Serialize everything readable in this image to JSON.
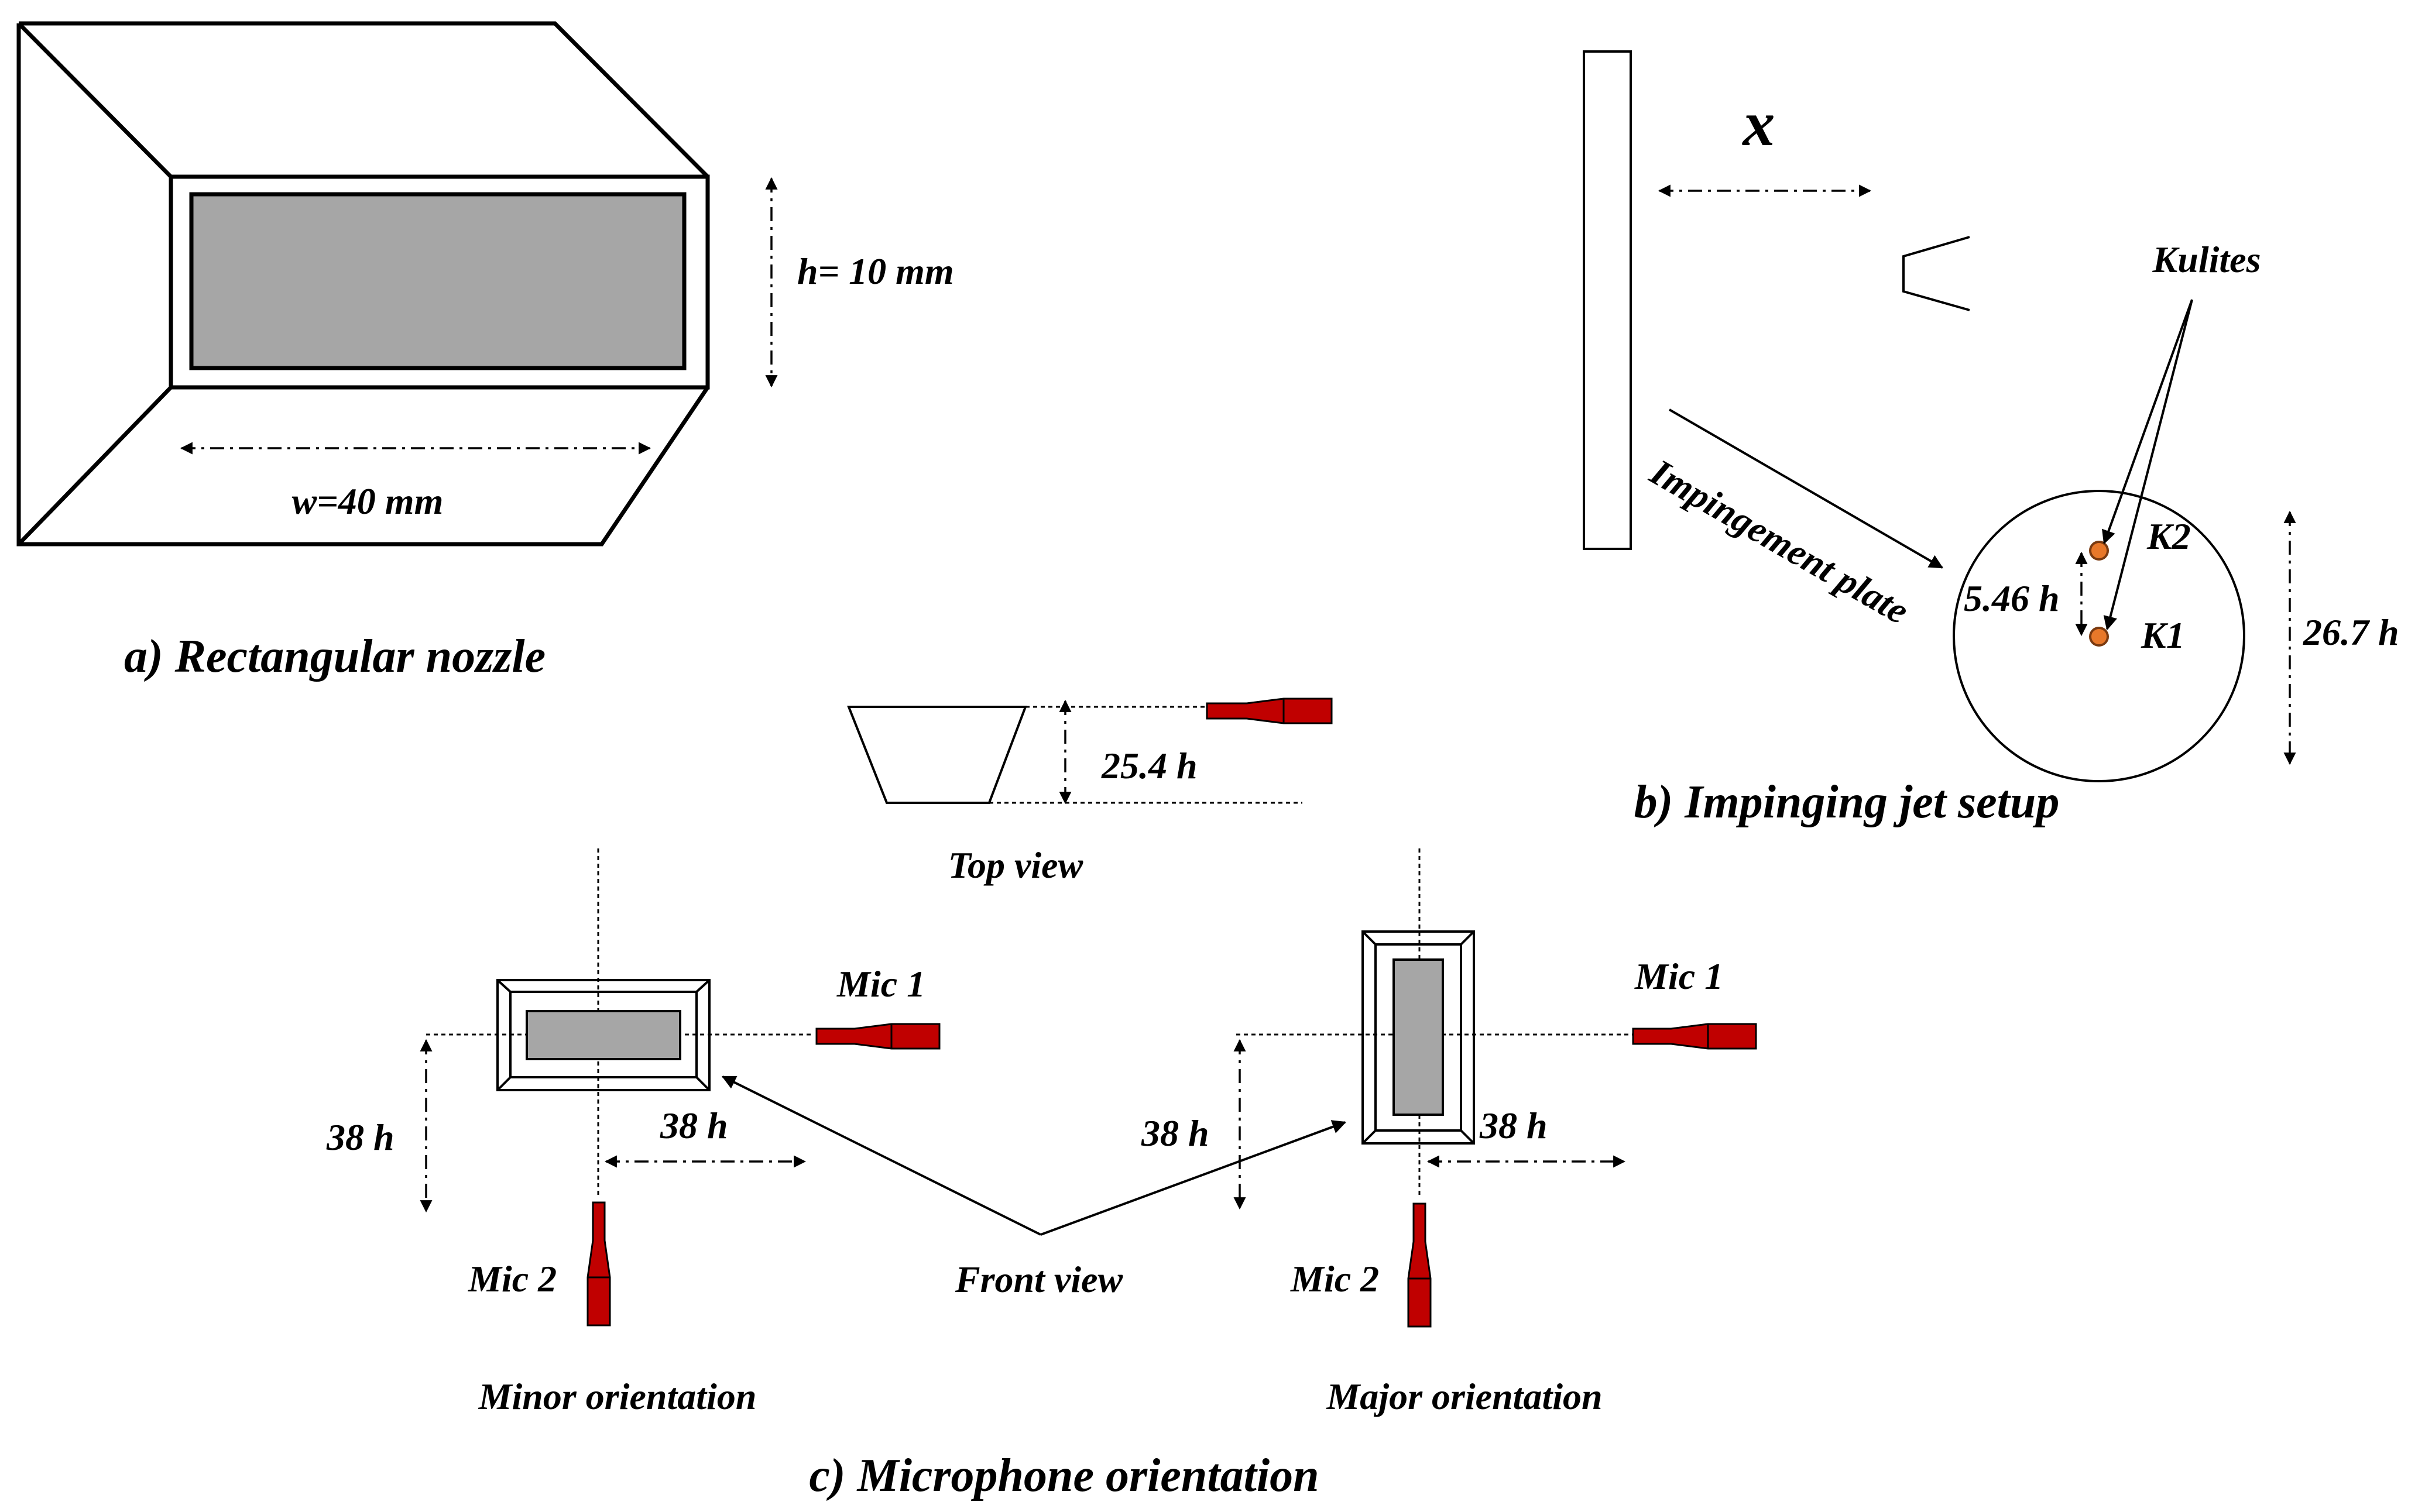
{
  "panel_a": {
    "dim_h": "h= 10 mm",
    "dim_w": "w=40 mm",
    "caption": "a) Rectangular nozzle"
  },
  "panel_b": {
    "dim_x": "x",
    "sensor_label": "Kulites",
    "k2": "K2",
    "k1": "K1",
    "sensor_spacing": "5.46 h",
    "plate_label": "Impingement plate",
    "plate_diameter": "26.7 h",
    "caption": "b) Impinging jet setup"
  },
  "panel_c": {
    "top_distance": "25.4 h",
    "top_view": "Top view",
    "minor": {
      "mic1": "Mic  1",
      "mic2": "Mic  2",
      "dist_vertical": "38 h",
      "dist_horizontal": "38 h",
      "title": "Minor orientation"
    },
    "major": {
      "mic1": "Mic  1",
      "mic2": "Mic  2",
      "dist_vertical": "38 h",
      "dist_horizontal": "38 h",
      "title": "Major orientation"
    },
    "front_view": "Front view",
    "caption": "c) Microphone orientation"
  },
  "colors": {
    "nozzle_fill": "#a6a6a6",
    "plate_fill": "#a6a6a6",
    "microphone": "#c00000",
    "sensor": "#e8782a"
  }
}
